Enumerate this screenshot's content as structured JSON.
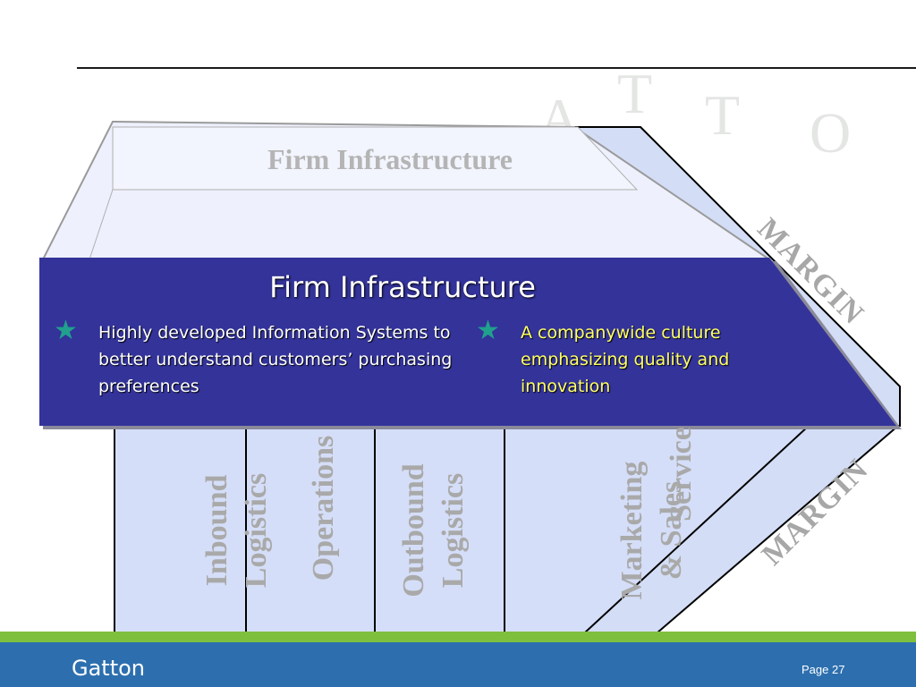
{
  "diagram": {
    "support_label": "Firm Infrastructure",
    "primary_activities": [
      "Inbound\nLogistics",
      "Operations",
      "Outbound\nLogistics",
      "Marketing\n& Sales",
      "Service"
    ],
    "margin_upper": "MARGIN",
    "margin_lower": "MARGIN"
  },
  "callout": {
    "title": "Firm Infrastructure",
    "bullets": [
      "Highly developed Information Systems to better understand customers’ purchasing preferences",
      "A companywide culture emphasizing quality and innovation"
    ],
    "bullet_icon": "star-icon"
  },
  "watermark": [
    "A",
    "T",
    "T",
    "O"
  ],
  "footer": {
    "brand": "Gatton",
    "page": "Page 27"
  },
  "colors": {
    "callout_bg": "#33339a",
    "diagram_fill": "#dde4fb",
    "footer_bg": "#2d6fae",
    "footer_stripe": "#7fbf3e",
    "star": "#21a08d",
    "bullet2_text": "#ffff66"
  }
}
